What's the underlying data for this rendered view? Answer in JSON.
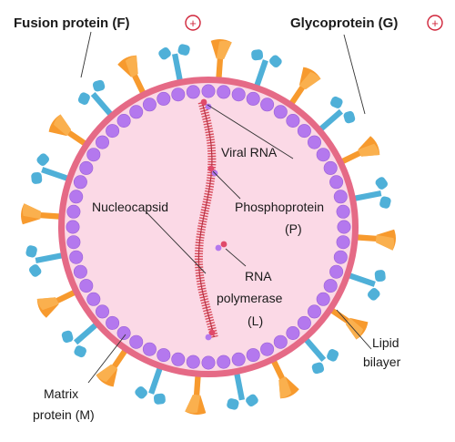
{
  "title_labels": {
    "fusion_protein": "Fusion protein (F)",
    "glycoprotein": "Glycoprotein (G)",
    "plus_symbol": "+"
  },
  "labels": {
    "viral_rna": "Viral RNA",
    "nucleocapsid": "Nucleocapsid",
    "phosphoprotein_line1": "Phosphoprotein",
    "phosphoprotein_line2": "(P)",
    "rna_polymerase_line1": "RNA",
    "rna_polymerase_line2": "polymerase",
    "rna_polymerase_line3": "(L)",
    "lipid_bilayer_line1": "Lipid",
    "lipid_bilayer_line2": "bilayer",
    "matrix_protein_line1": "Matrix",
    "matrix_protein_line2": "protein (M)"
  },
  "colors": {
    "interior_fill": "#fbd9e6",
    "membrane": "#e56a86",
    "matrix_bead": "#b478ee",
    "glycoprotein_spike": "#f79a2e",
    "fusion_spike": "#4fb0d8",
    "rna_strand": "#d84a5a",
    "plus_sign": "#d0253a"
  }
}
